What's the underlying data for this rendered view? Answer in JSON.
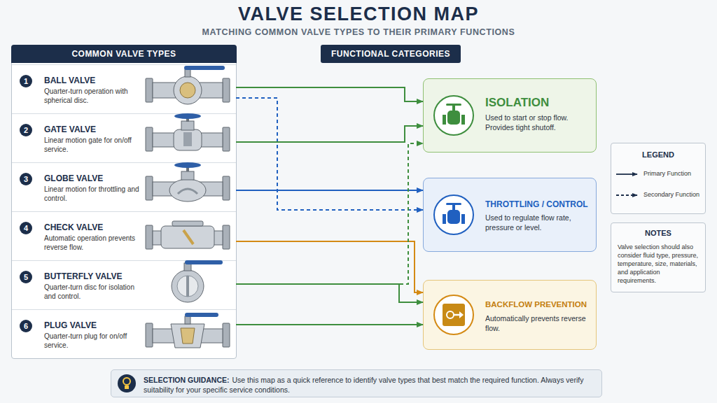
{
  "diagram": {
    "title": "VALVE SELECTION MAP",
    "nodes": [
      {
        "text": [
          "COMMON VALVE TYPES"
        ]
      },
      {
        "text": [
          "BALL VALVE",
          "Quarter-turn operation with spherical disc."
        ],
        "in": 0
      },
      {
        "text": [
          "1"
        ],
        "in": 1
      },
      {
        "text": [
          "GATE VALVE",
          "Linear motion gate for on/off service."
        ],
        "in": 0
      },
      {
        "text": [
          "2"
        ],
        "in": 3
      },
      {
        "text": [
          "GLOBE VALVE",
          "Linear motion for throttling and control."
        ],
        "in": 0
      },
      {
        "text": [
          "3"
        ],
        "in": 5
      },
      {
        "text": [
          "CHECK VALVE",
          "Automatic operation prevents reverse flow."
        ],
        "in": 0
      },
      {
        "text": [
          "4"
        ],
        "in": 7
      },
      {
        "text": [
          "BUTTERFLY VALVE",
          "Quarter-turn disc for isolation and control."
        ],
        "in": 0
      },
      {
        "text": [
          "5"
        ],
        "in": 9
      },
      {
        "text": [
          "PLUG VALVE",
          "Quarter-turn plug for on/off service."
        ],
        "in": 0
      },
      {
        "text": [
          "6"
        ],
        "in": 11
      },
      {
        "text": [
          "FUNCTIONAL CATEGORIES"
        ]
      },
      {
        "text": [
          "ISOLATION",
          "Used to start or stop flow. Provides tight shutoff."
        ]
      },
      {
        "text": [
          "THROTTLING / CONTROL",
          "Used to regulate flow rate, pressure or level."
        ]
      },
      {
        "text": [
          "BACKFLOW PREVENTION",
          "Automatically prevents reverse flow."
        ]
      },
      {
        "text": [
          "LEGEND"
        ]
      },
      {
        "text": [
          "NOTES",
          "Valve selection should also consider fluid type, pressure, temperature, size, materials, and application requirements."
        ]
      },
      {
        "text": [
          "SELECTION GUIDANCE:",
          "Use this map as a quick reference to identify valve types that best match the required function. Always verify suitability for your specific service conditions."
        ]
      }
    ],
    "edges": [
      {
        "from": 1,
        "to": 14,
        "arrow": "to"
      },
      {
        "from": 1,
        "to": 15,
        "arrow": "to"
      },
      {
        "from": 3,
        "to": 14,
        "arrow": "to"
      },
      {
        "from": 5,
        "to": 15,
        "arrow": "to"
      },
      {
        "from": 7,
        "to": 16,
        "arrow": "to"
      },
      {
        "from": 9,
        "to": 14,
        "arrow": "to"
      },
      {
        "from": 9,
        "to": 16,
        "arrow": "to"
      },
      {
        "from": 11,
        "to": 16,
        "arrow": "to"
      }
    ],
    "labels": [
      "MATCHING COMMON VALVE TYPES TO THEIR PRIMARY FUNCTIONS"
    ],
    "legend": [
      {
        "text": "Primary Function"
      },
      {
        "text": "Secondary Function"
      }
    ]
  }
}
